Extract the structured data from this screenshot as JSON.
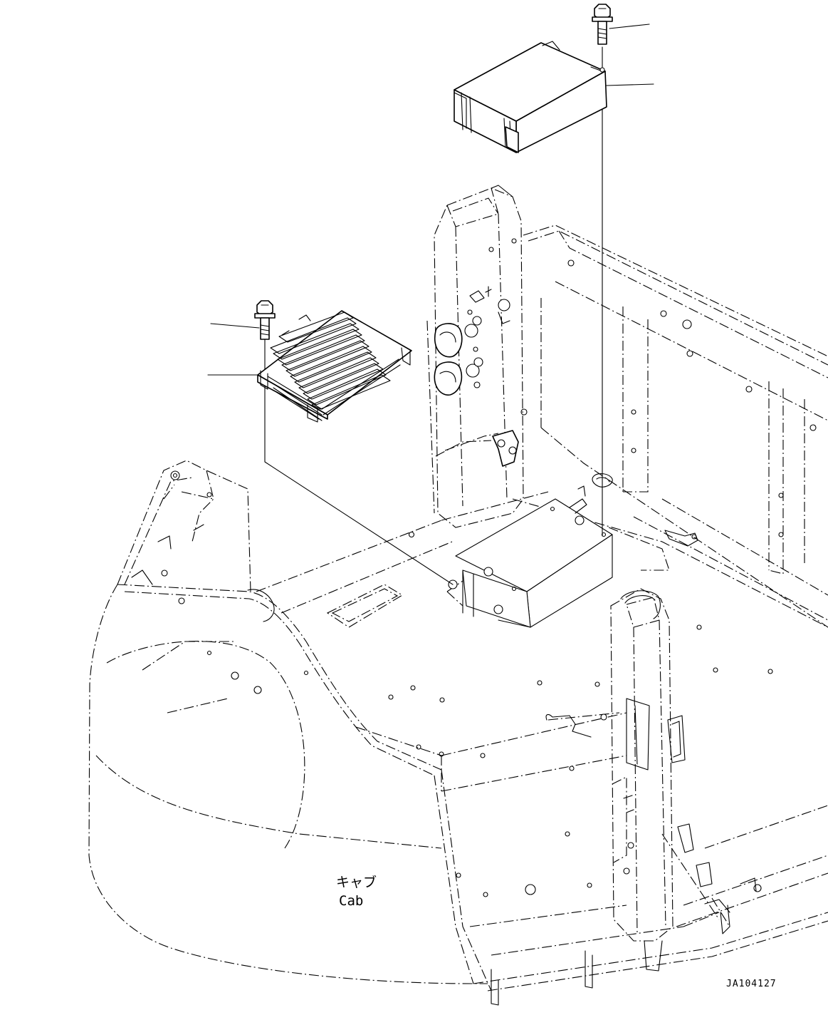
{
  "labels": {
    "cab_jp": "キャブ",
    "cab_en": "Cab"
  },
  "figure_code": "JA104127",
  "colors": {
    "line": "#000000",
    "background": "#ffffff"
  }
}
